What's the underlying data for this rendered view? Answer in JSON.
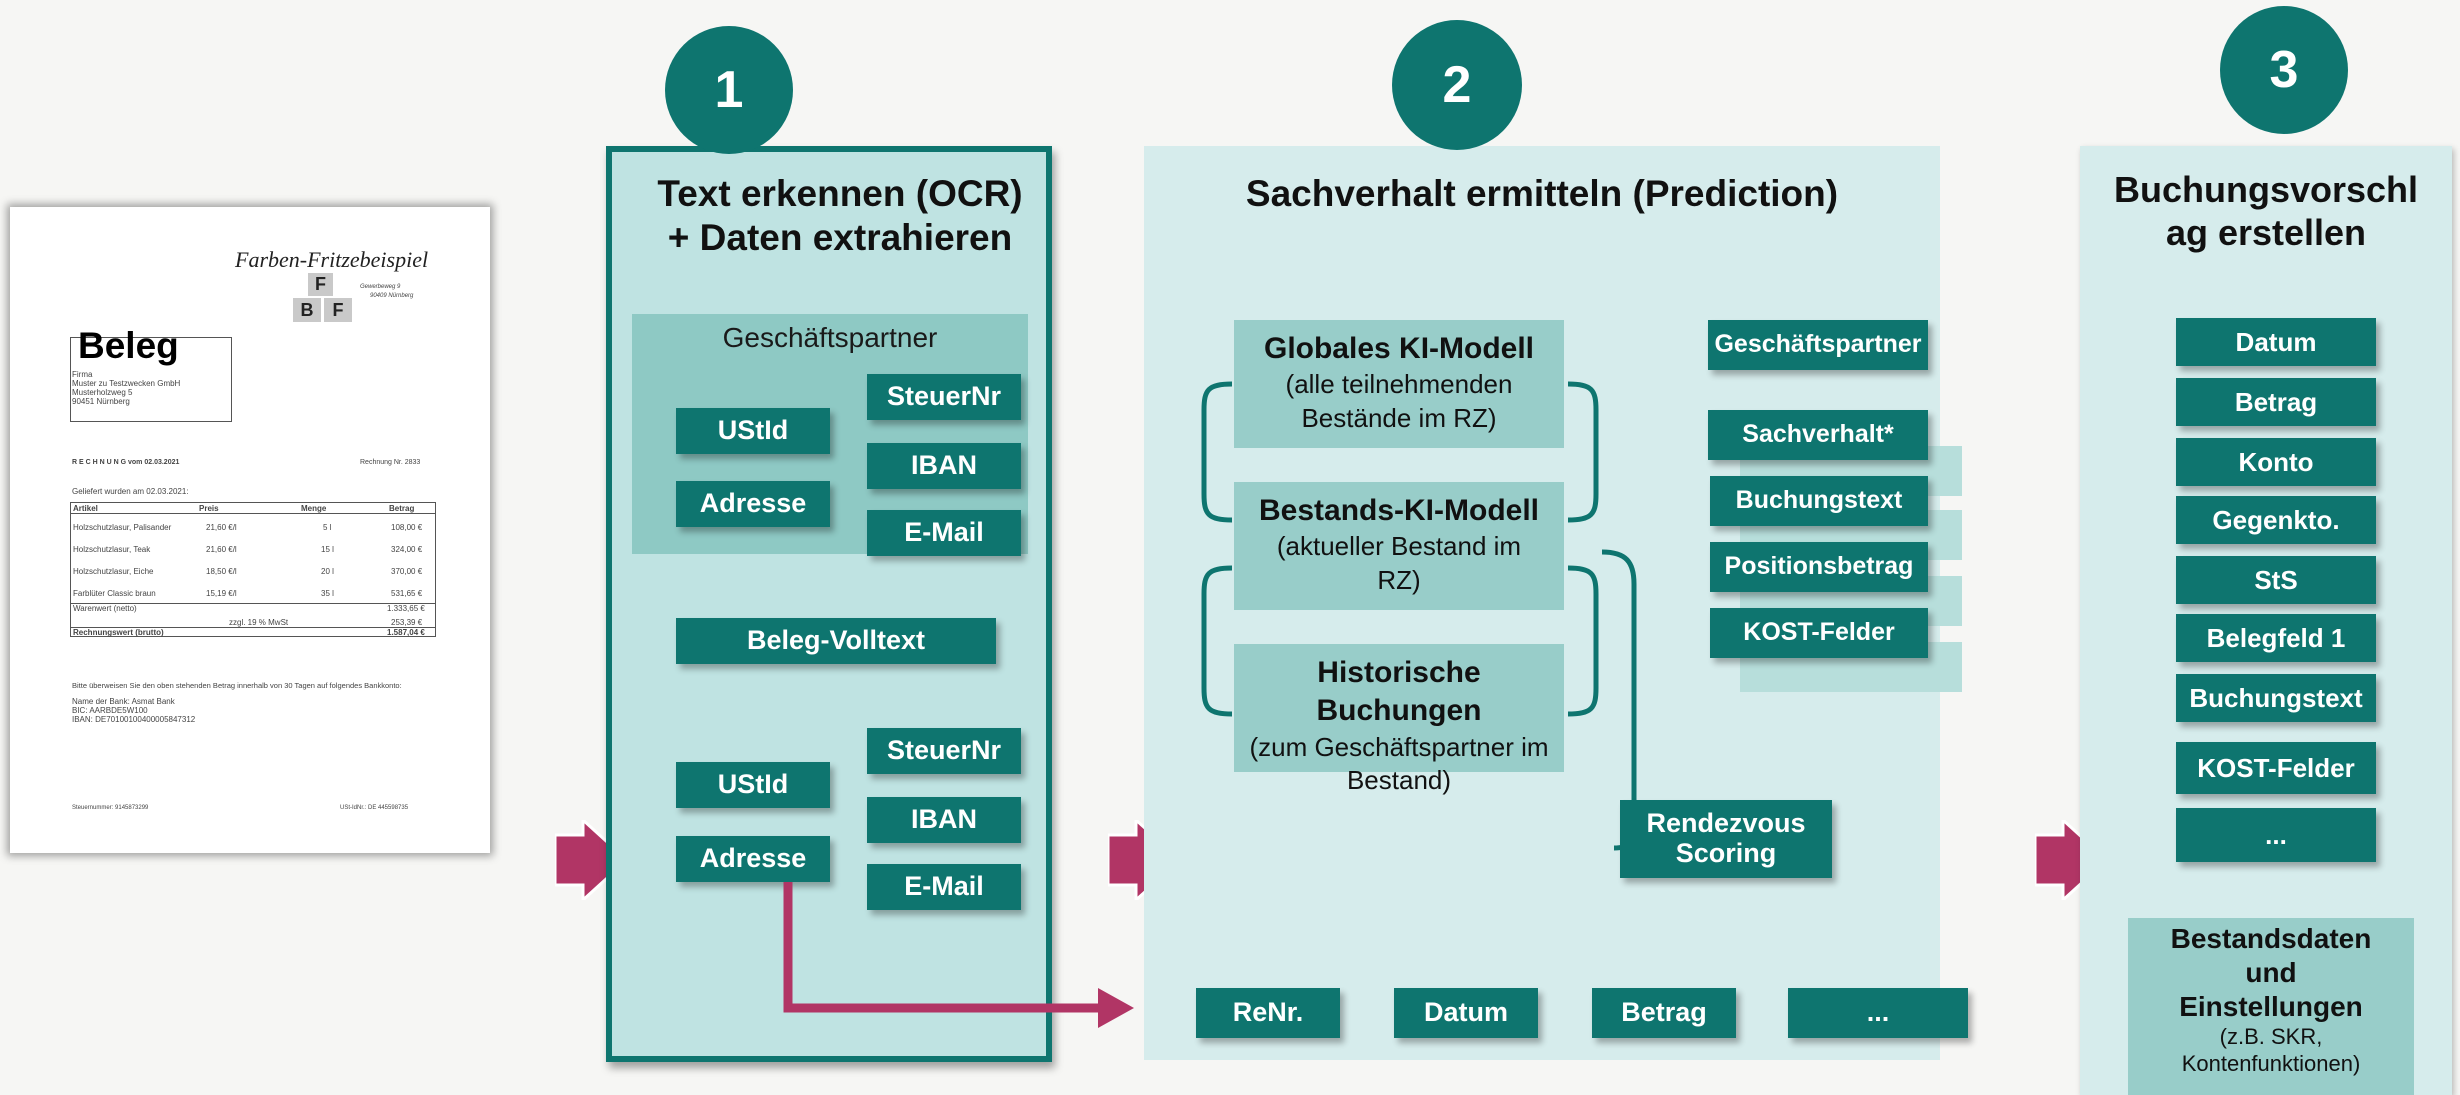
{
  "steps": [
    "1",
    "2",
    "3"
  ],
  "document": {
    "company": "Farben-Fritzebeispiel",
    "logo_letters": [
      "F",
      "B",
      "F"
    ],
    "addr_right_1": "Gewerbeweg 9",
    "addr_right_2": "90409 Nürnberg",
    "heading": "Beleg",
    "address": [
      "Firma",
      "Muster zu Testzwecken GmbH",
      "Musterholzweg 5",
      "90451 Nürnberg"
    ],
    "invoice_title": "R E C H N U N G vom 02.03.2021",
    "invoice_no": "Rechnung Nr. 2833",
    "delivered": "Geliefert wurden am 02.03.2021:",
    "table_header": [
      "Artikel",
      "Preis",
      "Menge",
      "Betrag"
    ],
    "rows": [
      [
        "Holzschutzlasur, Palisander",
        "21,60 €/l",
        "5 l",
        "108,00 €"
      ],
      [
        "Holzschutzlasur, Teak",
        "21,60 €/l",
        "15 l",
        "324,00 €"
      ],
      [
        "Holzschutzlasur, Eiche",
        "18,50 €/l",
        "20 l",
        "370,00 €"
      ],
      [
        "Farblüter Classic braun",
        "15,19 €/l",
        "35 l",
        "531,65 €"
      ]
    ],
    "net_label": "Warenwert (netto)",
    "net_value": "1.333,65 €",
    "vat_label": "zzgl. 19 % MwSt",
    "vat_value": "253,39 €",
    "total_label": "Rechnungswert (brutto)",
    "total_value": "1.587,04 €",
    "payment_text": "Bitte überweisen Sie den oben stehenden Betrag innerhalb von 30 Tagen auf folgendes Bankkonto:",
    "bank_lines": [
      "Name der Bank: Asmat Bank",
      "BIC: AARBDE5W100",
      "IBAN: DE70100100400005847312"
    ],
    "footer_left": "Steuernummer: 9145873299",
    "footer_right": "USt-IdNr.: DE 445598735"
  },
  "panel1": {
    "title": "Text erkennen (OCR)\n+ Daten extrahieren",
    "group_label": "Geschäftspartner",
    "group_tags": [
      "UStId",
      "Adresse",
      "SteuerNr",
      "IBAN",
      "E-Mail"
    ],
    "fulltext": "Beleg-Volltext",
    "lower_tags": [
      "UStId",
      "Adresse",
      "SteuerNr",
      "IBAN",
      "E-Mail"
    ]
  },
  "panel2": {
    "title": "Sachverhalt ermitteln (Prediction)",
    "models": [
      {
        "title": "Globales KI-Modell",
        "text": "(alle teilnehmenden\nBestände im RZ)"
      },
      {
        "title": "Bestands-KI-Modell",
        "text": "(aktueller Bestand im\nRZ)"
      },
      {
        "title": "Historische Buchungen",
        "text": "(zum Geschäftspartner im\nBestand)"
      }
    ],
    "outputs": [
      "Geschäftspartner",
      "Sachverhalt*",
      "Buchungstext",
      "Positionsbetrag",
      "KOST-Felder"
    ],
    "scoring": "Rendezvous\nScoring",
    "bottom_tags": [
      "ReNr.",
      "Datum",
      "Betrag",
      "..."
    ]
  },
  "panel3": {
    "title": "Buchungsvorschl\nag erstellen",
    "fields": [
      "Datum",
      "Betrag",
      "Konto",
      "Gegenkto.",
      "StS",
      "Belegfeld 1",
      "Buchungstext",
      "KOST-Felder",
      "..."
    ],
    "bestand_title": "Bestandsdaten\nund\nEinstellungen",
    "bestand_sub": "(z.B. SKR,\nKontenfunktionen)"
  },
  "colors": {
    "teal": "#0e756f",
    "panel": "#d6ecec",
    "model": "#98cdc9",
    "arrow": "#b13565"
  }
}
